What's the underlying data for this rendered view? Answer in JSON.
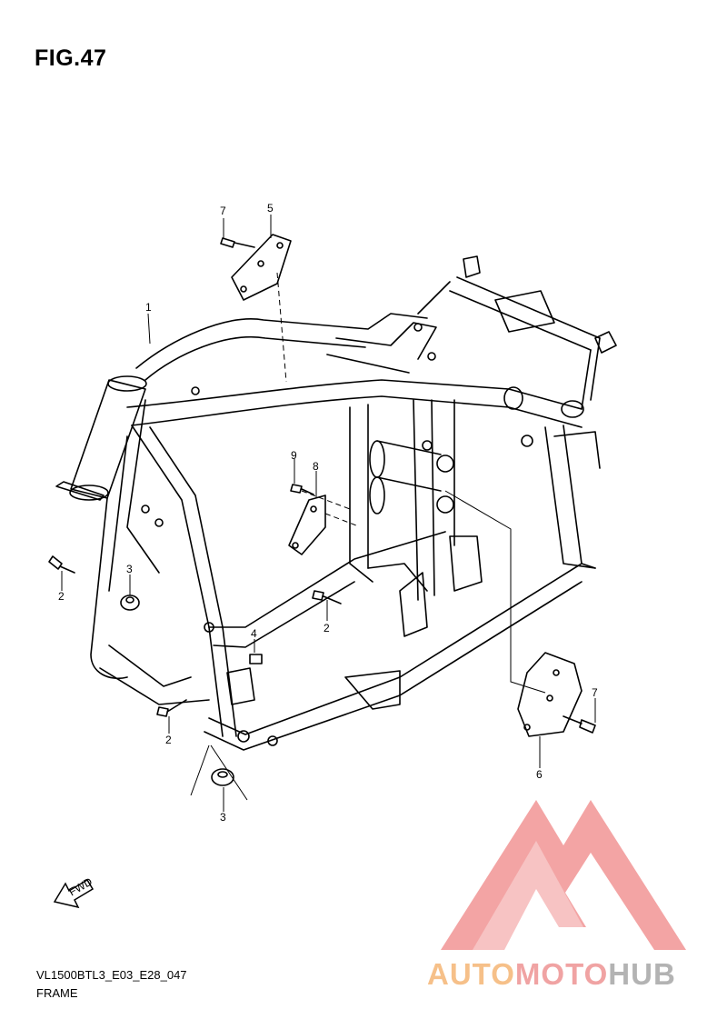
{
  "figure": {
    "title": "FIG.47",
    "code": "VL1500BTL3_E03_E28_047",
    "name": "FRAME"
  },
  "fwd_arrow": {
    "label": "FWD"
  },
  "callouts": [
    {
      "id": "c1",
      "number": "1"
    },
    {
      "id": "c2a",
      "number": "2"
    },
    {
      "id": "c2b",
      "number": "2"
    },
    {
      "id": "c2c",
      "number": "2"
    },
    {
      "id": "c3a",
      "number": "3"
    },
    {
      "id": "c3b",
      "number": "3"
    },
    {
      "id": "c4",
      "number": "4"
    },
    {
      "id": "c5",
      "number": "5"
    },
    {
      "id": "c6",
      "number": "6"
    },
    {
      "id": "c7a",
      "number": "7"
    },
    {
      "id": "c7b",
      "number": "7"
    },
    {
      "id": "c8",
      "number": "8"
    },
    {
      "id": "c9",
      "number": "9"
    }
  ],
  "watermark": {
    "part1": "AUTO",
    "part2": "MOTO",
    "part3": "HUB",
    "colors": {
      "auto": "#f6c089",
      "moto": "#f0a3a3",
      "hub": "#b3b3b3",
      "logo": "#f29a9a"
    }
  }
}
